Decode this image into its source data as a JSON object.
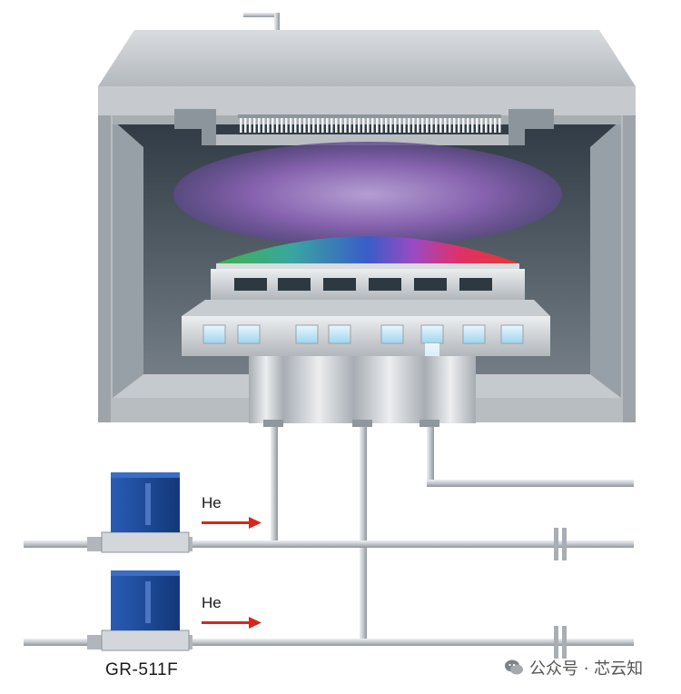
{
  "labels": {
    "gas_1": "He",
    "gas_2": "He",
    "model": "GR-511F"
  },
  "watermark": {
    "text": "公众号 · 芯云知",
    "icon": "wechat-icon"
  },
  "colors": {
    "chamber_wall": "#b8bdc2",
    "chamber_inner": "#3f4b56",
    "plasma": "#8a63b3",
    "arrow": "#d9261c",
    "controller_body": "#1e4fa0",
    "pipe": "#c9cdd1"
  }
}
